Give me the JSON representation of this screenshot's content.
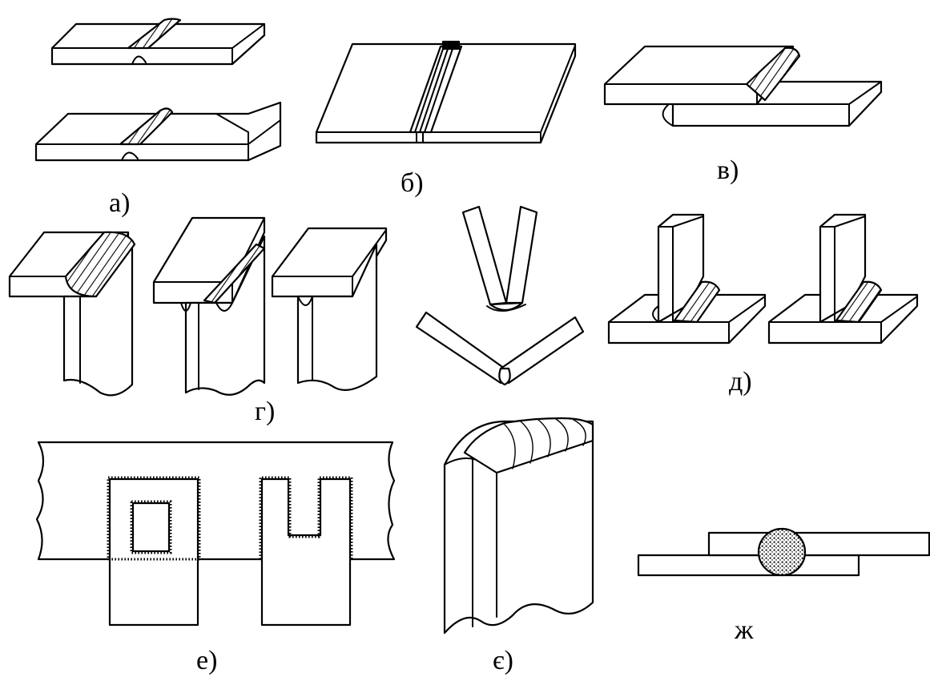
{
  "labels": {
    "a": "а)",
    "b": "б)",
    "v": "в)",
    "g": "г)",
    "d": "д)",
    "e": "е)",
    "ye": "є)",
    "zh": "ж"
  },
  "colors": {
    "line": "#000000",
    "background": "#ffffff"
  }
}
